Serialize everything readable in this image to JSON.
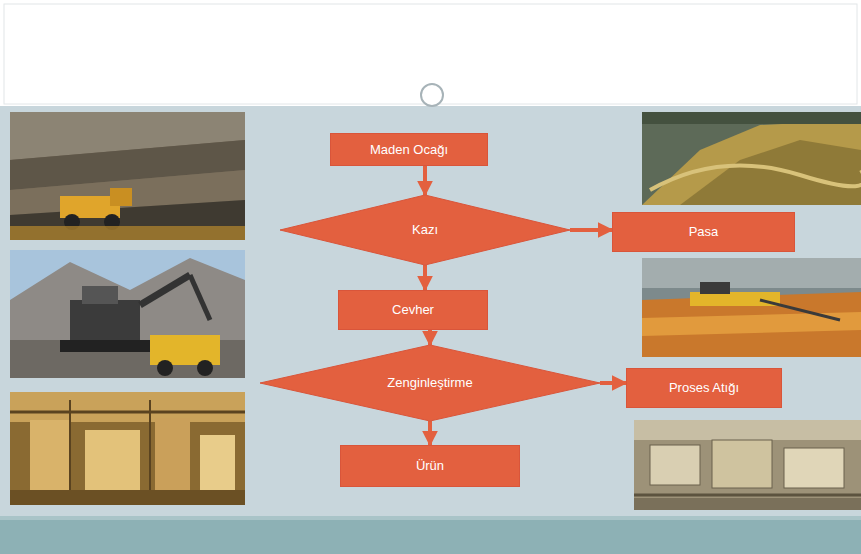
{
  "diagram": {
    "nodes": [
      {
        "text": [
          "Maden Ocağı"
        ]
      },
      {
        "text": [
          "Kazı"
        ]
      },
      {
        "text": [
          "Pasa"
        ]
      },
      {
        "text": [
          "Cevher"
        ]
      },
      {
        "text": [
          "Zenginleştirme"
        ]
      },
      {
        "text": [
          "Proses Atığı"
        ]
      },
      {
        "text": [
          "Ürün"
        ]
      }
    ],
    "edges": [
      {
        "from": 0,
        "to": 1,
        "arrow": "to"
      },
      {
        "from": 1,
        "to": 2,
        "arrow": "to"
      },
      {
        "from": 1,
        "to": 3,
        "arrow": "to"
      },
      {
        "from": 3,
        "to": 4,
        "arrow": "to"
      },
      {
        "from": 4,
        "to": 5,
        "arrow": "to"
      },
      {
        "from": 4,
        "to": 6,
        "arrow": "to"
      }
    ]
  }
}
